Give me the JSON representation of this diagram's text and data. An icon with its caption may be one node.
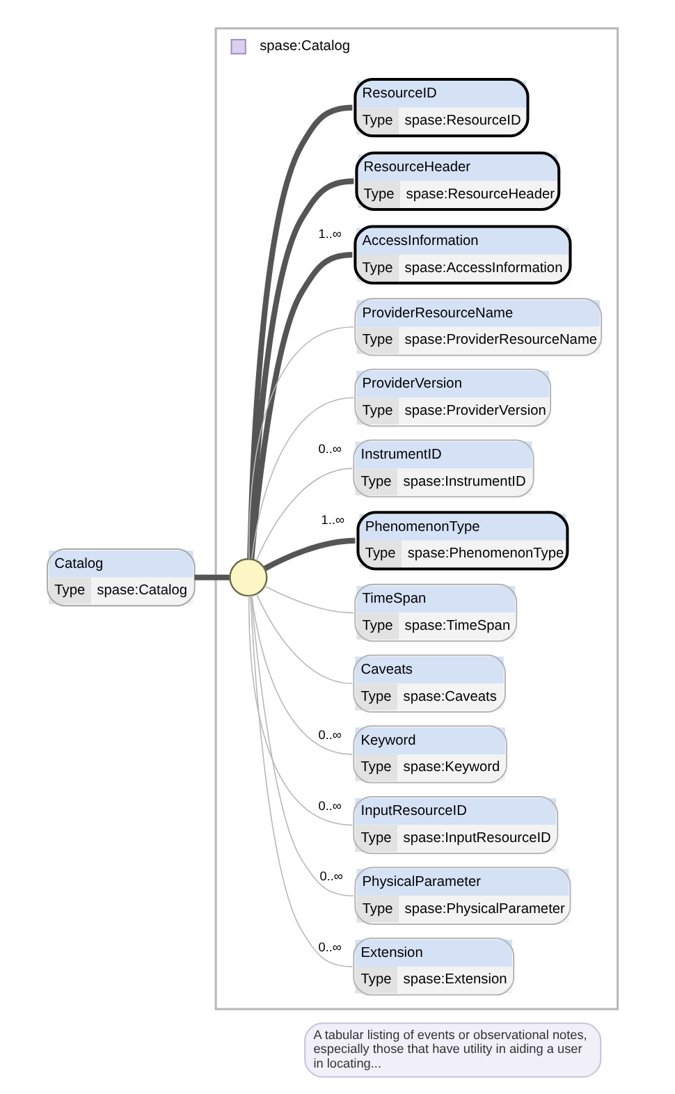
{
  "diagram": {
    "nodes": [
      {
        "text": [
          "Catalog",
          "Type",
          "spase:Catalog"
        ]
      },
      {
        "text": [
          "spase:Catalog"
        ]
      },
      {
        "text": [],
        "shape": "circle",
        "in": 1
      },
      {
        "text": [
          "ResourceID",
          "Type",
          "spase:ResourceID"
        ],
        "in": 1
      },
      {
        "text": [
          "ResourceHeader",
          "Type",
          "spase:ResourceHeader"
        ],
        "in": 1
      },
      {
        "text": [
          "AccessInformation",
          "Type",
          "spase:AccessInformation"
        ],
        "in": 1,
        "beside": [
          "1..∞"
        ]
      },
      {
        "text": [
          "ProviderResourceName",
          "Type",
          "spase:ProviderResourceName"
        ],
        "in": 1
      },
      {
        "text": [
          "ProviderVersion",
          "Type",
          "spase:ProviderVersion"
        ],
        "in": 1
      },
      {
        "text": [
          "InstrumentID",
          "Type",
          "spase:InstrumentID"
        ],
        "in": 1,
        "beside": [
          "0..∞"
        ]
      },
      {
        "text": [
          "PhenomenonType",
          "Type",
          "spase:PhenomenonType"
        ],
        "in": 1,
        "beside": [
          "1..∞"
        ]
      },
      {
        "text": [
          "TimeSpan",
          "Type",
          "spase:TimeSpan"
        ],
        "in": 1
      },
      {
        "text": [
          "Caveats",
          "Type",
          "spase:Caveats"
        ],
        "in": 1
      },
      {
        "text": [
          "Keyword",
          "Type",
          "spase:Keyword"
        ],
        "in": 1,
        "beside": [
          "0..∞"
        ]
      },
      {
        "text": [
          "InputResourceID",
          "Type",
          "spase:InputResourceID"
        ],
        "in": 1,
        "beside": [
          "0..∞"
        ]
      },
      {
        "text": [
          "PhysicalParameter",
          "Type",
          "spase:PhysicalParameter"
        ],
        "in": 1,
        "beside": [
          "0..∞"
        ]
      },
      {
        "text": [
          "Extension",
          "Type",
          "spase:Extension"
        ],
        "in": 1,
        "beside": [
          "0..∞"
        ]
      },
      {
        "text": [
          "A tabular listing of events or observational notes, especially those that have utility in aiding a user in locating..."
        ]
      }
    ],
    "edges": [
      {
        "from": 0,
        "to": 2,
        "arrow": "none",
        "style": "thick",
        "color": "#555555"
      },
      {
        "from": 2,
        "to": 3,
        "arrow": "none",
        "style": "thick",
        "color": "#555555"
      },
      {
        "from": 2,
        "to": 4,
        "arrow": "none",
        "style": "thick",
        "color": "#555555"
      },
      {
        "from": 2,
        "to": 5,
        "arrow": "none",
        "style": "thick",
        "color": "#555555"
      },
      {
        "from": 2,
        "to": 6,
        "arrow": "none"
      },
      {
        "from": 2,
        "to": 7,
        "arrow": "none"
      },
      {
        "from": 2,
        "to": 8,
        "arrow": "none"
      },
      {
        "from": 2,
        "to": 9,
        "arrow": "none",
        "style": "thick",
        "color": "#555555"
      },
      {
        "from": 2,
        "to": 10,
        "arrow": "none"
      },
      {
        "from": 2,
        "to": 11,
        "arrow": "none"
      },
      {
        "from": 2,
        "to": 12,
        "arrow": "none"
      },
      {
        "from": 2,
        "to": 13,
        "arrow": "none"
      },
      {
        "from": 2,
        "to": 14,
        "arrow": "none"
      },
      {
        "from": 2,
        "to": 15,
        "arrow": "none"
      }
    ]
  }
}
